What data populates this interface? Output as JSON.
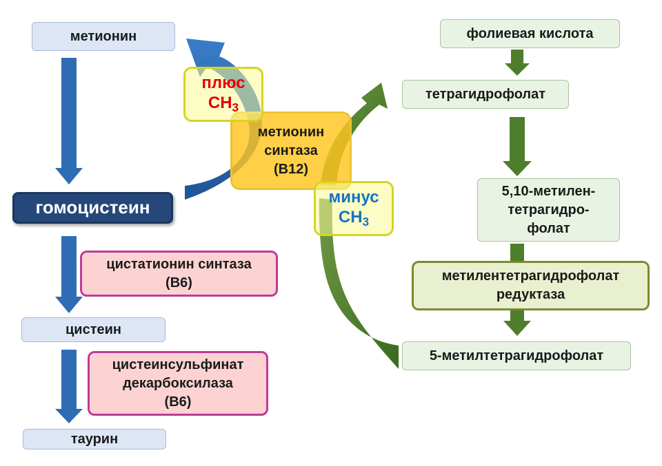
{
  "left_chain": {
    "methionine": "метионин",
    "homocysteine": "гомоцистеин",
    "cysteine": "цистеин",
    "taurine": "таурин"
  },
  "left_enzymes": {
    "cbs_line1": "цистатионин синтаза",
    "cbs_line2": "(B6)",
    "csad_line1": "цистеинсульфинат",
    "csad_line2": "декарбоксилаза",
    "csad_line3": "(B6)"
  },
  "center": {
    "enzyme_line1": "метионин",
    "enzyme_line2": "синтаза",
    "enzyme_line3": "(B12)",
    "plus_word": "плюс",
    "plus_group": "CH",
    "plus_sub": "3",
    "minus_word": "минус",
    "minus_group": "CH",
    "minus_sub": "3"
  },
  "right_chain": {
    "folic_acid": "фолиевая кислота",
    "thf": "тетрагидрофолат",
    "methylene_line1": "5,10-метилен-",
    "methylene_line2": "тетрагидро-",
    "methylene_line3": "фолат",
    "reductase_line1": "метилентетрагидрофолат",
    "reductase_line2": "редуктаза",
    "methyl_thf": "5-метилтетрагидрофолат"
  },
  "colors": {
    "blue_arrow": "#2e6db4",
    "green_arrow": "#4e7d2c",
    "plus_text": "#e50000",
    "minus_text": "#1574c2",
    "homocysteine_fill": "#26477a"
  }
}
